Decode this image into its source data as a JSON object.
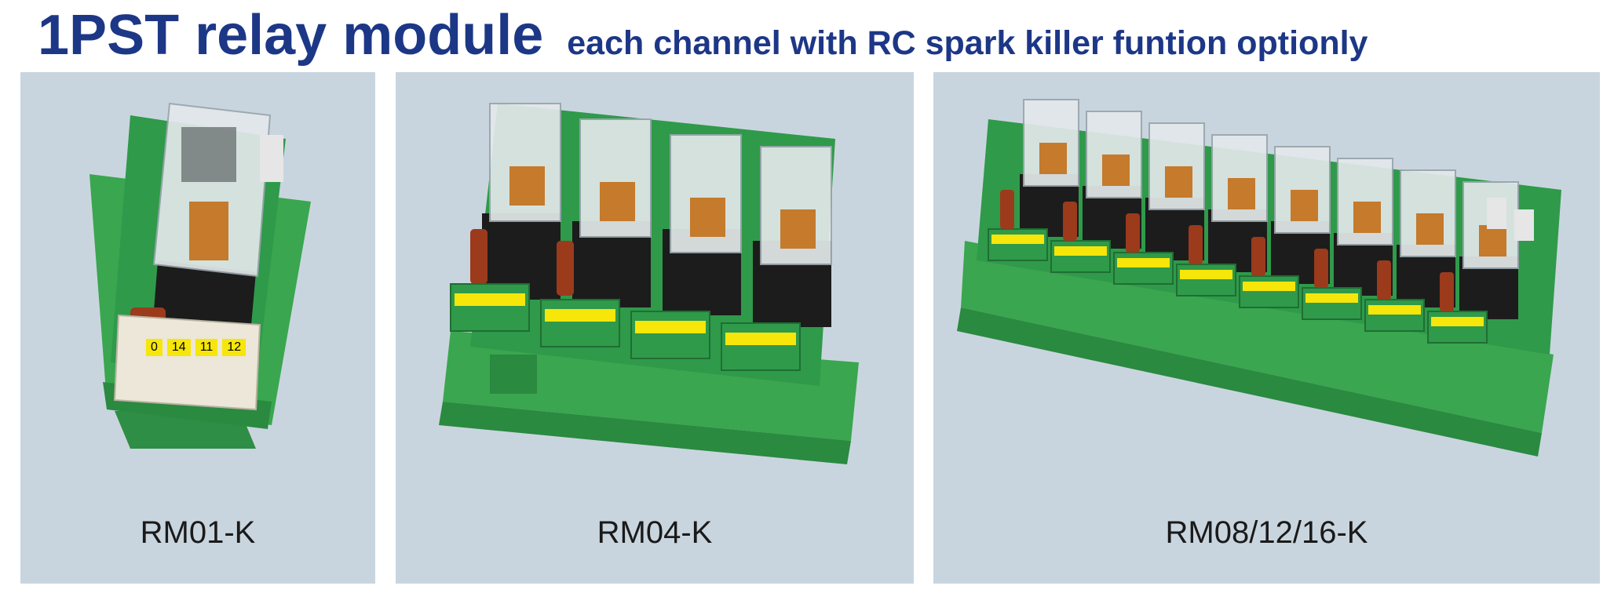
{
  "header": {
    "title": "1PST relay module",
    "subtitle": "each channel with RC spark killer funtion optionly"
  },
  "products": [
    {
      "model": "RM01-K",
      "terminal_labels": [
        "0",
        "14",
        "11",
        "12"
      ]
    },
    {
      "model": "RM04-K"
    },
    {
      "model": "RM08/12/16-K"
    }
  ],
  "colors": {
    "title": "#1d3787",
    "panel_bg": "#c9d5de",
    "pcb_green": "#2f9a4a",
    "rail_green": "#3aa64f",
    "relay_black": "#1c1c1c",
    "terminal_label_yellow": "#f6e60a",
    "capacitor_brown": "#9c3a1c"
  }
}
